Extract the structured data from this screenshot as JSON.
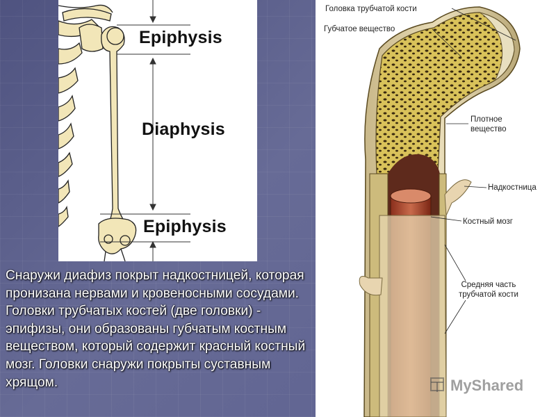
{
  "left_diagram": {
    "epiphysis_top": "Epiphysis",
    "diaphysis": "Diaphysis",
    "epiphysis_bottom": "Epiphysis"
  },
  "caption": "Снаружи диафиз покрыт надкостницей, которая пронизана нервами и кровеносными сосудами. Головки трубчатых костей (две головки) - эпифизы, они образованы губчатым костным веществом, который содержит красный костный мозг. Головки снаружи покрыты суставным хрящом.",
  "right_diagram": {
    "labels": {
      "head": "Головка трубчатой кости",
      "spongy": "Губчатое вещество",
      "compact": "Плотное вещество",
      "periosteum": "Надкостница",
      "marrow": "Костный мозг",
      "mid_line1": "Средняя часть",
      "mid_line2": "трубчатой кости"
    }
  },
  "watermark": {
    "text": "MyShared"
  },
  "colors": {
    "background": "#5a5f8c",
    "bone_spongy": "#d9c25a",
    "marrow": "#b5533a",
    "periosteum": "#e8d5b0"
  }
}
